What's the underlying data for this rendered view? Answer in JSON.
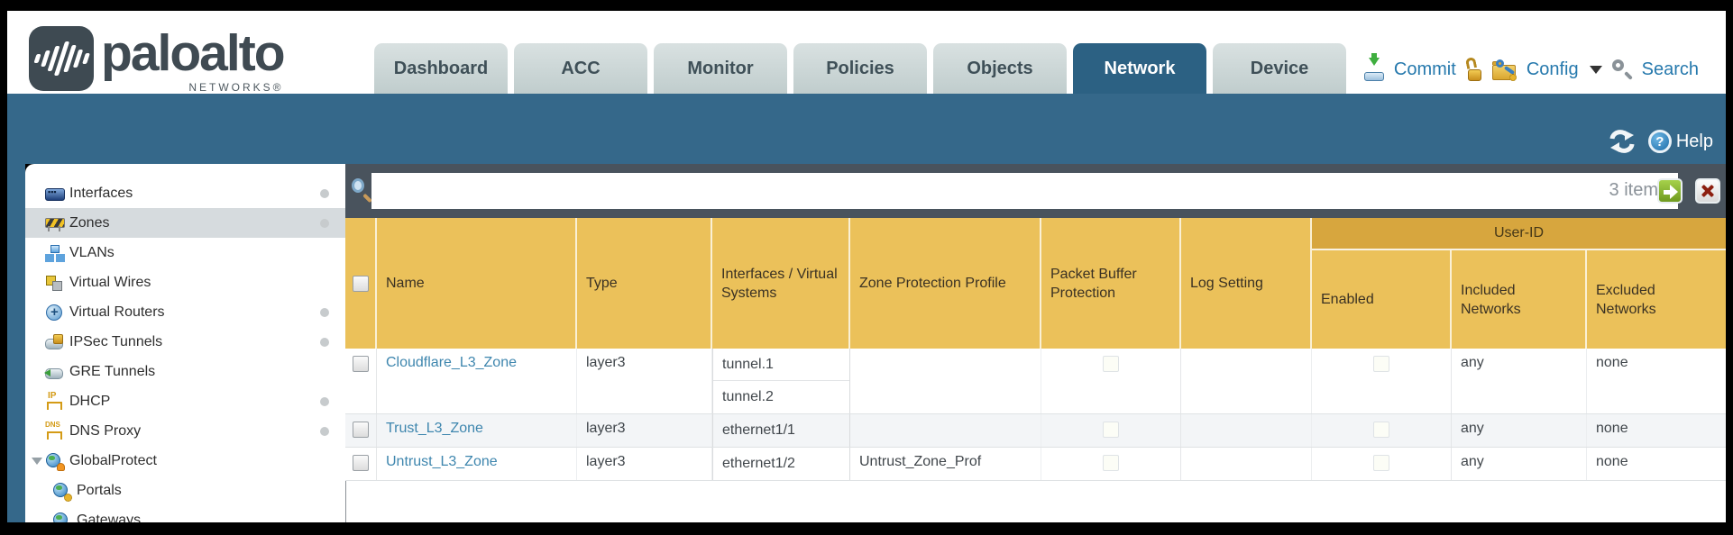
{
  "brand": {
    "name": "paloalto",
    "subtitle": "NETWORKS®"
  },
  "nav_tabs": [
    {
      "label": "Dashboard",
      "active": false
    },
    {
      "label": "ACC",
      "active": false
    },
    {
      "label": "Monitor",
      "active": false
    },
    {
      "label": "Policies",
      "active": false
    },
    {
      "label": "Objects",
      "active": false
    },
    {
      "label": "Network",
      "active": true
    },
    {
      "label": "Device",
      "active": false
    }
  ],
  "top_actions": {
    "commit": "Commit",
    "config": "Config",
    "search": "Search"
  },
  "band": {
    "help_label": "Help"
  },
  "filter": {
    "value": "",
    "count_label": "3 items"
  },
  "sidebar": {
    "items": [
      {
        "label": "Interfaces",
        "icon": "interfaces-icon",
        "dot": true,
        "selected": false,
        "child": false,
        "expandable": false
      },
      {
        "label": "Zones",
        "icon": "zones-icon",
        "dot": true,
        "selected": true,
        "child": false,
        "expandable": false
      },
      {
        "label": "VLANs",
        "icon": "vlans-icon",
        "dot": false,
        "selected": false,
        "child": false,
        "expandable": false
      },
      {
        "label": "Virtual Wires",
        "icon": "virtual-wires-icon",
        "dot": false,
        "selected": false,
        "child": false,
        "expandable": false
      },
      {
        "label": "Virtual Routers",
        "icon": "virtual-routers-icon",
        "dot": true,
        "selected": false,
        "child": false,
        "expandable": false
      },
      {
        "label": "IPSec Tunnels",
        "icon": "ipsec-tunnels-icon",
        "dot": true,
        "selected": false,
        "child": false,
        "expandable": false
      },
      {
        "label": "GRE Tunnels",
        "icon": "gre-tunnels-icon",
        "dot": false,
        "selected": false,
        "child": false,
        "expandable": false
      },
      {
        "label": "DHCP",
        "icon": "dhcp-icon",
        "dot": true,
        "selected": false,
        "child": false,
        "expandable": false
      },
      {
        "label": "DNS Proxy",
        "icon": "dns-proxy-icon",
        "dot": true,
        "selected": false,
        "child": false,
        "expandable": false
      },
      {
        "label": "GlobalProtect",
        "icon": "globalprotect-icon",
        "dot": false,
        "selected": false,
        "child": false,
        "expandable": true
      },
      {
        "label": "Portals",
        "icon": "portals-icon",
        "dot": false,
        "selected": false,
        "child": true,
        "expandable": false
      },
      {
        "label": "Gateways",
        "icon": "gateways-icon",
        "dot": false,
        "selected": false,
        "child": true,
        "expandable": false
      }
    ]
  },
  "table": {
    "group_header": "User-ID",
    "columns": [
      "",
      "Name",
      "Type",
      "Interfaces / Virtual Systems",
      "Zone Protection Profile",
      "Packet Buffer Protection",
      "Log Setting",
      "Enabled",
      "Included Networks",
      "Excluded Networks"
    ],
    "rows": [
      {
        "name": "Cloudflare_L3_Zone",
        "type": "layer3",
        "interfaces": [
          "tunnel.1",
          "tunnel.2"
        ],
        "zone_protection_profile": "",
        "packet_buffer_protection": false,
        "log_setting": "",
        "user_id_enabled": false,
        "included_networks": "any",
        "excluded_networks": "none"
      },
      {
        "name": "Trust_L3_Zone",
        "type": "layer3",
        "interfaces": [
          "ethernet1/1"
        ],
        "zone_protection_profile": "",
        "packet_buffer_protection": false,
        "log_setting": "",
        "user_id_enabled": false,
        "included_networks": "any",
        "excluded_networks": "none"
      },
      {
        "name": "Untrust_L3_Zone",
        "type": "layer3",
        "interfaces": [
          "ethernet1/2"
        ],
        "zone_protection_profile": "Untrust_Zone_Prof",
        "packet_buffer_protection": false,
        "log_setting": "",
        "user_id_enabled": false,
        "included_networks": "any",
        "excluded_networks": "none"
      }
    ]
  }
}
